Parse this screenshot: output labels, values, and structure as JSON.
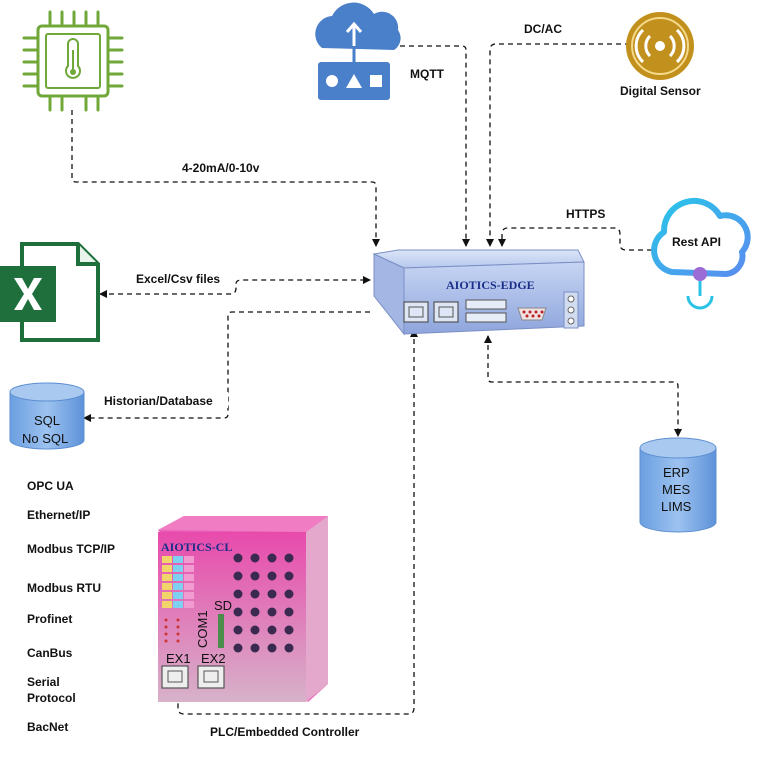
{
  "nodes": {
    "mqtt_cloud": {
      "label": "MQTT"
    },
    "digital_sensor": {
      "label": "Digital Sensor"
    },
    "rest_api": {
      "label": "Rest API"
    },
    "edge_device": {
      "label": "AIOTICS-EDGE"
    },
    "sql_db": {
      "line1": "SQL",
      "line2": "No SQL"
    },
    "erp_db": {
      "line1": "ERP",
      "line2": "MES",
      "line3": "LIMS"
    },
    "controller": {
      "label": "AIOTICS-CL",
      "sd": "SD",
      "com1": "COM1",
      "ex1": "EX1",
      "ex2": "EX2"
    }
  },
  "edges": {
    "analog": "4-20mA/0-10v",
    "dcac": "DC/AC",
    "https": "HTTPS",
    "excel": "Excel/Csv files",
    "historian": "Historian/Database",
    "plc": "PLC/Embedded Controller"
  },
  "protocols": [
    "OPC UA",
    "Ethernet/IP",
    "Modbus TCP/IP",
    "Modbus RTU",
    "Profinet",
    "CanBus",
    "Serial Protocol",
    "BacNet"
  ],
  "colors": {
    "chip_green": "#6fa839",
    "cloud_blue": "#4a7fc9",
    "sensor_gold": "#c2901c",
    "excel_green": "#1e6f3c",
    "edge_blue": "#b9c9ec",
    "db_blue": "#7faee6",
    "controller_pink": "#e65bb5"
  }
}
